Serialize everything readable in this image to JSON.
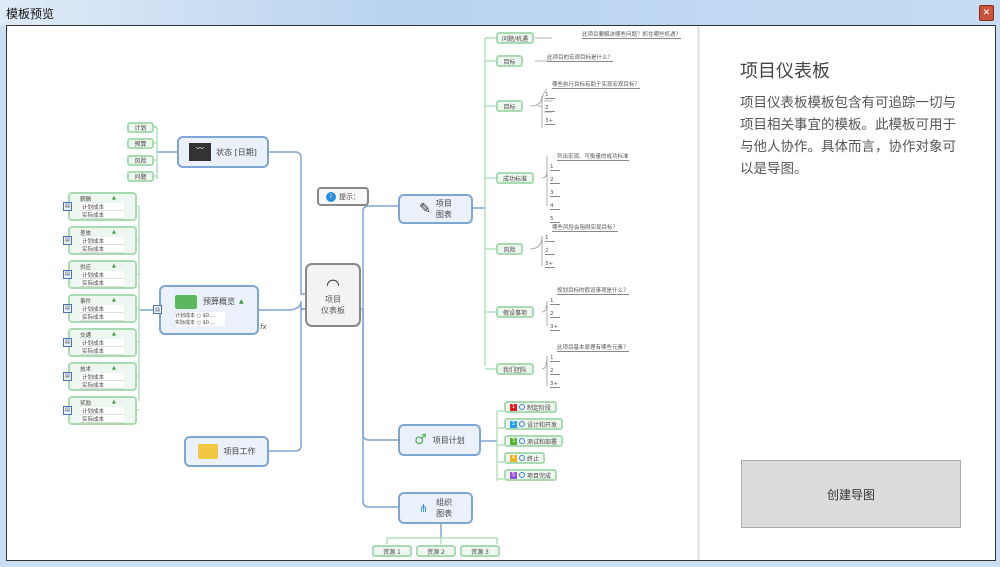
{
  "window": {
    "title": "模板预览",
    "close_icon": "close-icon"
  },
  "panel": {
    "title": "项目仪表板",
    "description": "项目仪表板模板包含有可追踪一切与项目相关事宜的模板。此模板可用于与他人协作。具体而言，协作对象可以是导图。",
    "create_button": "创建导图"
  },
  "map": {
    "center": {
      "line1": "项目",
      "line2": "仪表板",
      "icon": "gauge-icon"
    },
    "hint": {
      "label": "提示：",
      "icon": "info-icon"
    },
    "status": {
      "label": "状态 [日期]",
      "icon": "chart-icon",
      "children": [
        "计划",
        "预算",
        "风险",
        "问题"
      ]
    },
    "budget": {
      "label": "预算概览",
      "icon": "money-icon",
      "rows": [
        {
          "label": "计划成本",
          "value": "$0...."
        },
        {
          "label": "实际成本",
          "value": "$0...."
        }
      ],
      "fx": "fx",
      "items": [
        "薪酬",
        "差旅",
        "供应",
        "事件",
        "交通",
        "技术",
        "奖励"
      ],
      "row1": "计划成本",
      "row2": "实际成本"
    },
    "work": {
      "label": "项目工作",
      "icon": "folder-icon"
    },
    "charts": {
      "line1": "项目",
      "line2": "图表",
      "icon": "pen-icon",
      "topics": [
        {
          "label": "问题/机遇",
          "note": "此项目要解决哪些问题？抓住哪些机遇？",
          "items": []
        },
        {
          "label": "目标",
          "note": "此项目的宏观目标是什么？",
          "items": []
        },
        {
          "label": "目标",
          "note": "哪些执行目标有助于实现宏观目标？",
          "items": [
            "1",
            "2",
            "3+"
          ]
        },
        {
          "label": "成功标准",
          "note": "列出宏观、可衡量的成功标准",
          "items": [
            "1",
            "2",
            "3",
            "4",
            "5"
          ]
        },
        {
          "label": "风险",
          "note": "哪些风险会阻碍实现目标？",
          "items": [
            "1",
            "2",
            "3+"
          ]
        },
        {
          "label": "假设事项",
          "note": "规划目标的假设事项是什么？",
          "items": [
            "1",
            "2",
            "3+"
          ]
        },
        {
          "label": "我们团队",
          "note": "此项目基本原理有哪些元素？",
          "items": [
            "1",
            "2",
            "3+"
          ]
        }
      ]
    },
    "plan": {
      "label": "项目计划",
      "icon": "arrow-icon",
      "phases": [
        {
          "num": "1",
          "label": "制定阶段",
          "color": "#e02020"
        },
        {
          "num": "2",
          "label": "设计和开发",
          "color": "#2a9ee8"
        },
        {
          "num": "3",
          "label": "测试和部署",
          "color": "#5ab030"
        },
        {
          "num": "4",
          "label": "终止",
          "color": "#f0b020"
        },
        {
          "num": "5",
          "label": "项目完成",
          "color": "#9a50d8"
        }
      ]
    },
    "org": {
      "line1": "组织",
      "line2": "图表",
      "icon": "org-chart-icon",
      "resources": [
        "资源 1",
        "资源 2",
        "资源 3"
      ]
    }
  },
  "colors": {
    "blue_line": "#7ea5d3",
    "green_line": "#a9dbb3"
  }
}
